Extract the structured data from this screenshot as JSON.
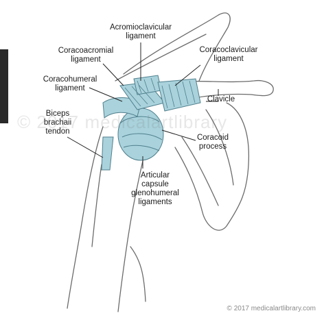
{
  "labels": {
    "acromioclavicular": [
      "Acromioclavicular",
      "ligament"
    ],
    "coracoacromial": [
      "Coracoacromial",
      "ligament"
    ],
    "coracoclavicular": [
      "Coracoclavicular",
      "ligament"
    ],
    "coracohumeral": [
      "Coracohumeral",
      "ligament"
    ],
    "clavicle": [
      "Clavicle"
    ],
    "biceps": [
      "Biceps",
      "brachaii",
      "tendon"
    ],
    "coracoid": [
      "Coracoid",
      "process"
    ],
    "articular": [
      "Articular",
      "capsule",
      "glenohumeral",
      "ligaments"
    ]
  },
  "watermark": "© 2017 medicalartlibrary",
  "credit": "© 2017 medicalartlibrary.com",
  "colors": {
    "ligament_fill": "#a9d2dc",
    "ligament_stroke": "#4f7f8c",
    "bone_stroke": "#6b6b6b",
    "label_text": "#1a1a1a"
  }
}
